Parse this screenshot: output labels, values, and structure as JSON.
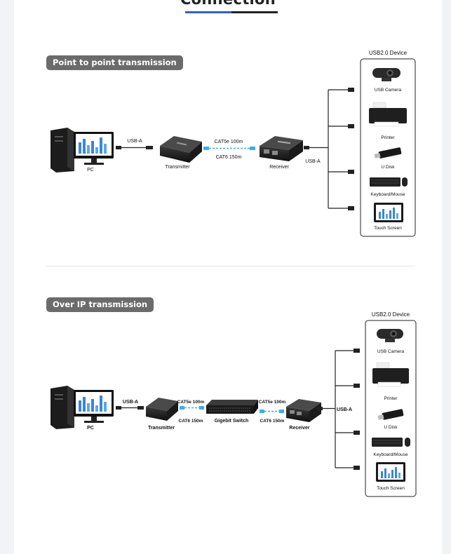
{
  "header": {
    "title": "Connection"
  },
  "sections": [
    {
      "title": "Point to point transmission",
      "pc_label": "PC",
      "pc_link_label": "USB-A",
      "transmitter_label": "Transmitter",
      "cable_top_label": "CAT5e 100m",
      "cable_bottom_label": "CAT6  150m",
      "receiver_label": "Receiver",
      "receiver_link_label": "USB-A",
      "devices_title": "USB2.0 Device",
      "devices": [
        "USB Camera",
        "Printer",
        "U Disk",
        "Keyboard/Mouse",
        "Touch Screen"
      ]
    },
    {
      "title": "Over IP transmission",
      "pc_label": "PC",
      "pc_link_label": "USB-A",
      "transmitter_label": "Transmitter",
      "cable1_top_label": "CAT5e 100m",
      "cable1_bottom_label": "CAT6  150m",
      "switch_label": "Gigebit Switch",
      "cable2_top_label": "CAT5e 100m",
      "cable2_bottom_label": "CAT6  150m",
      "receiver_label": "Receiver",
      "receiver_link_label": "USB-A",
      "devices_title": "USB2.0 Device",
      "devices": [
        "USB Camera",
        "Printer",
        "U Disk",
        "Keyboard/Mouse",
        "Touch Screen"
      ]
    }
  ],
  "colors": {
    "accent_blue": "#2f5fd0",
    "pill_gray": "#6b6b6b",
    "cable_blue": "#3ab0e6"
  }
}
